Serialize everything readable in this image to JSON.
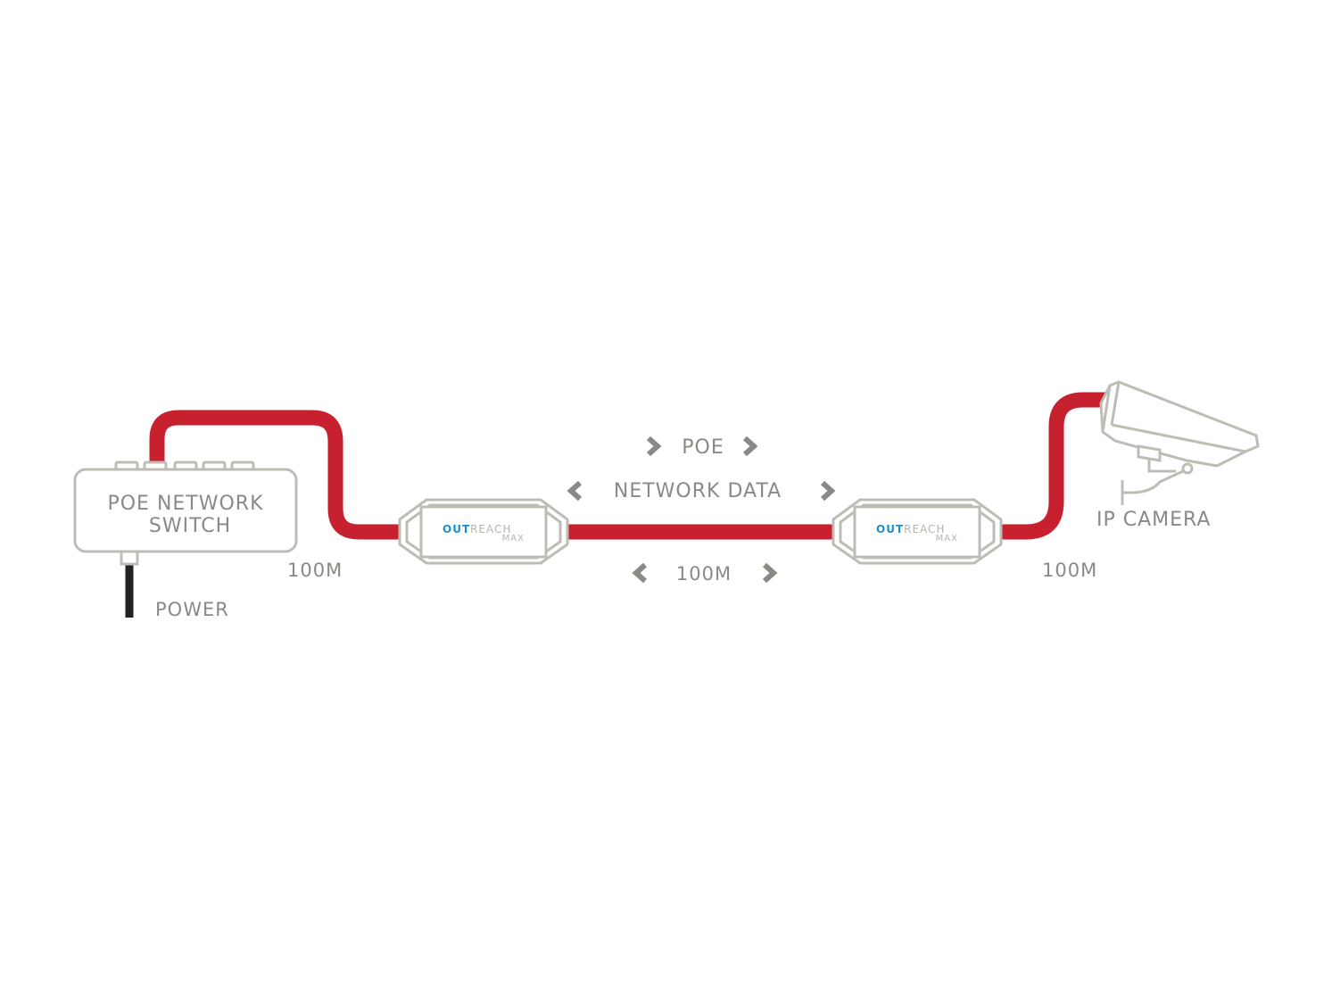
{
  "diagram": {
    "switch": {
      "line1": "POE NETWORK",
      "line2": "SWITCH"
    },
    "power_label": "POWER",
    "segment_left_distance": "100M",
    "segment_middle_distance": "100M",
    "segment_right_distance": "100M",
    "poe_label": "POE",
    "network_data_label": "NETWORK DATA",
    "camera_label": "IP CAMERA",
    "extender_1": {
      "brand_out": "OUT",
      "brand_reach": "REACH",
      "brand_max": "MAX"
    },
    "extender_2": {
      "brand_out": "OUT",
      "brand_reach": "REACH",
      "brand_max": "MAX"
    }
  },
  "colors": {
    "cable": "#c7202f",
    "equipment_outline": "#bdbdb5",
    "label_text": "#8a8a85",
    "brand_blue": "#1b8fd1",
    "power_cable": "#222222"
  },
  "icons": {
    "camera": "ip-camera-icon",
    "switch": "network-switch-icon",
    "extender": "outreach-max-extender-icon"
  }
}
